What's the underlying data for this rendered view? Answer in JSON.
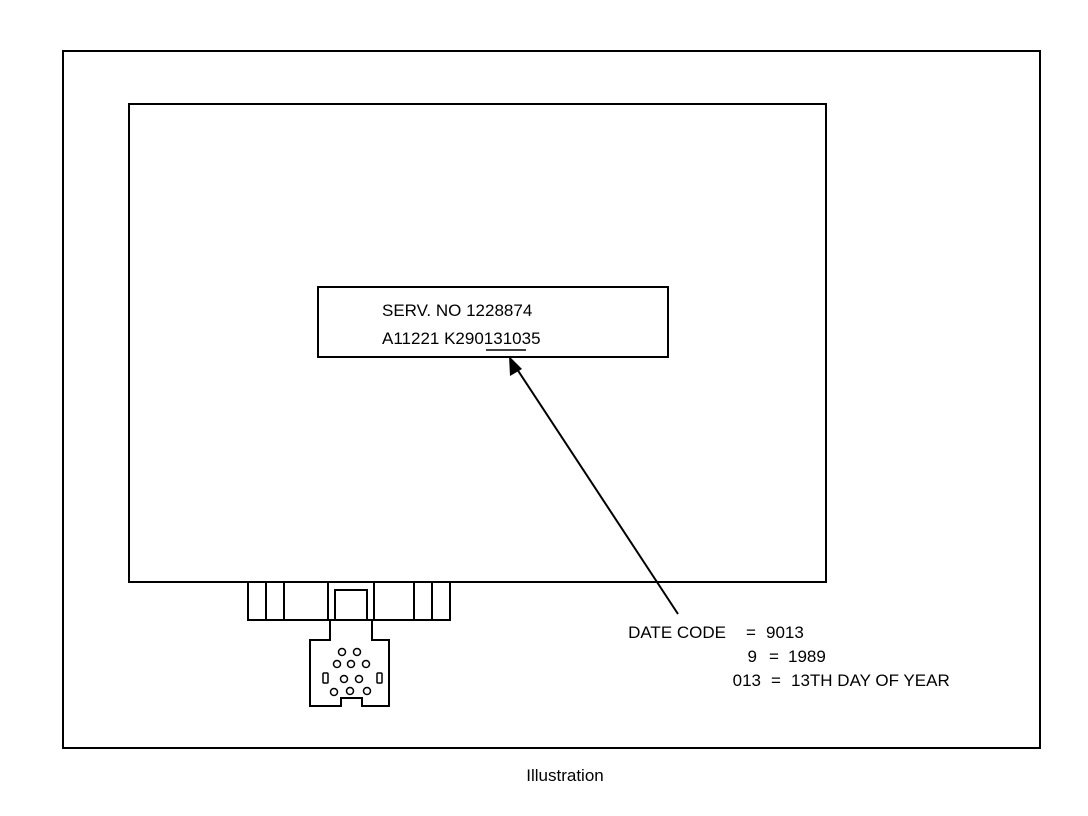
{
  "label": {
    "line1": "SERV. NO 1228874",
    "line2_prefix": "A11221 K2",
    "line2_code": "9013",
    "line2_suffix": "1035"
  },
  "callout": {
    "line1_key": "DATE CODE",
    "line1_eq": "=",
    "line1_val": "9013",
    "line2_key": "9",
    "line2_eq": "=",
    "line2_val": "1989",
    "line3_key": "013",
    "line3_eq": "=",
    "line3_val": "13TH DAY OF YEAR"
  },
  "caption": "Illustration"
}
